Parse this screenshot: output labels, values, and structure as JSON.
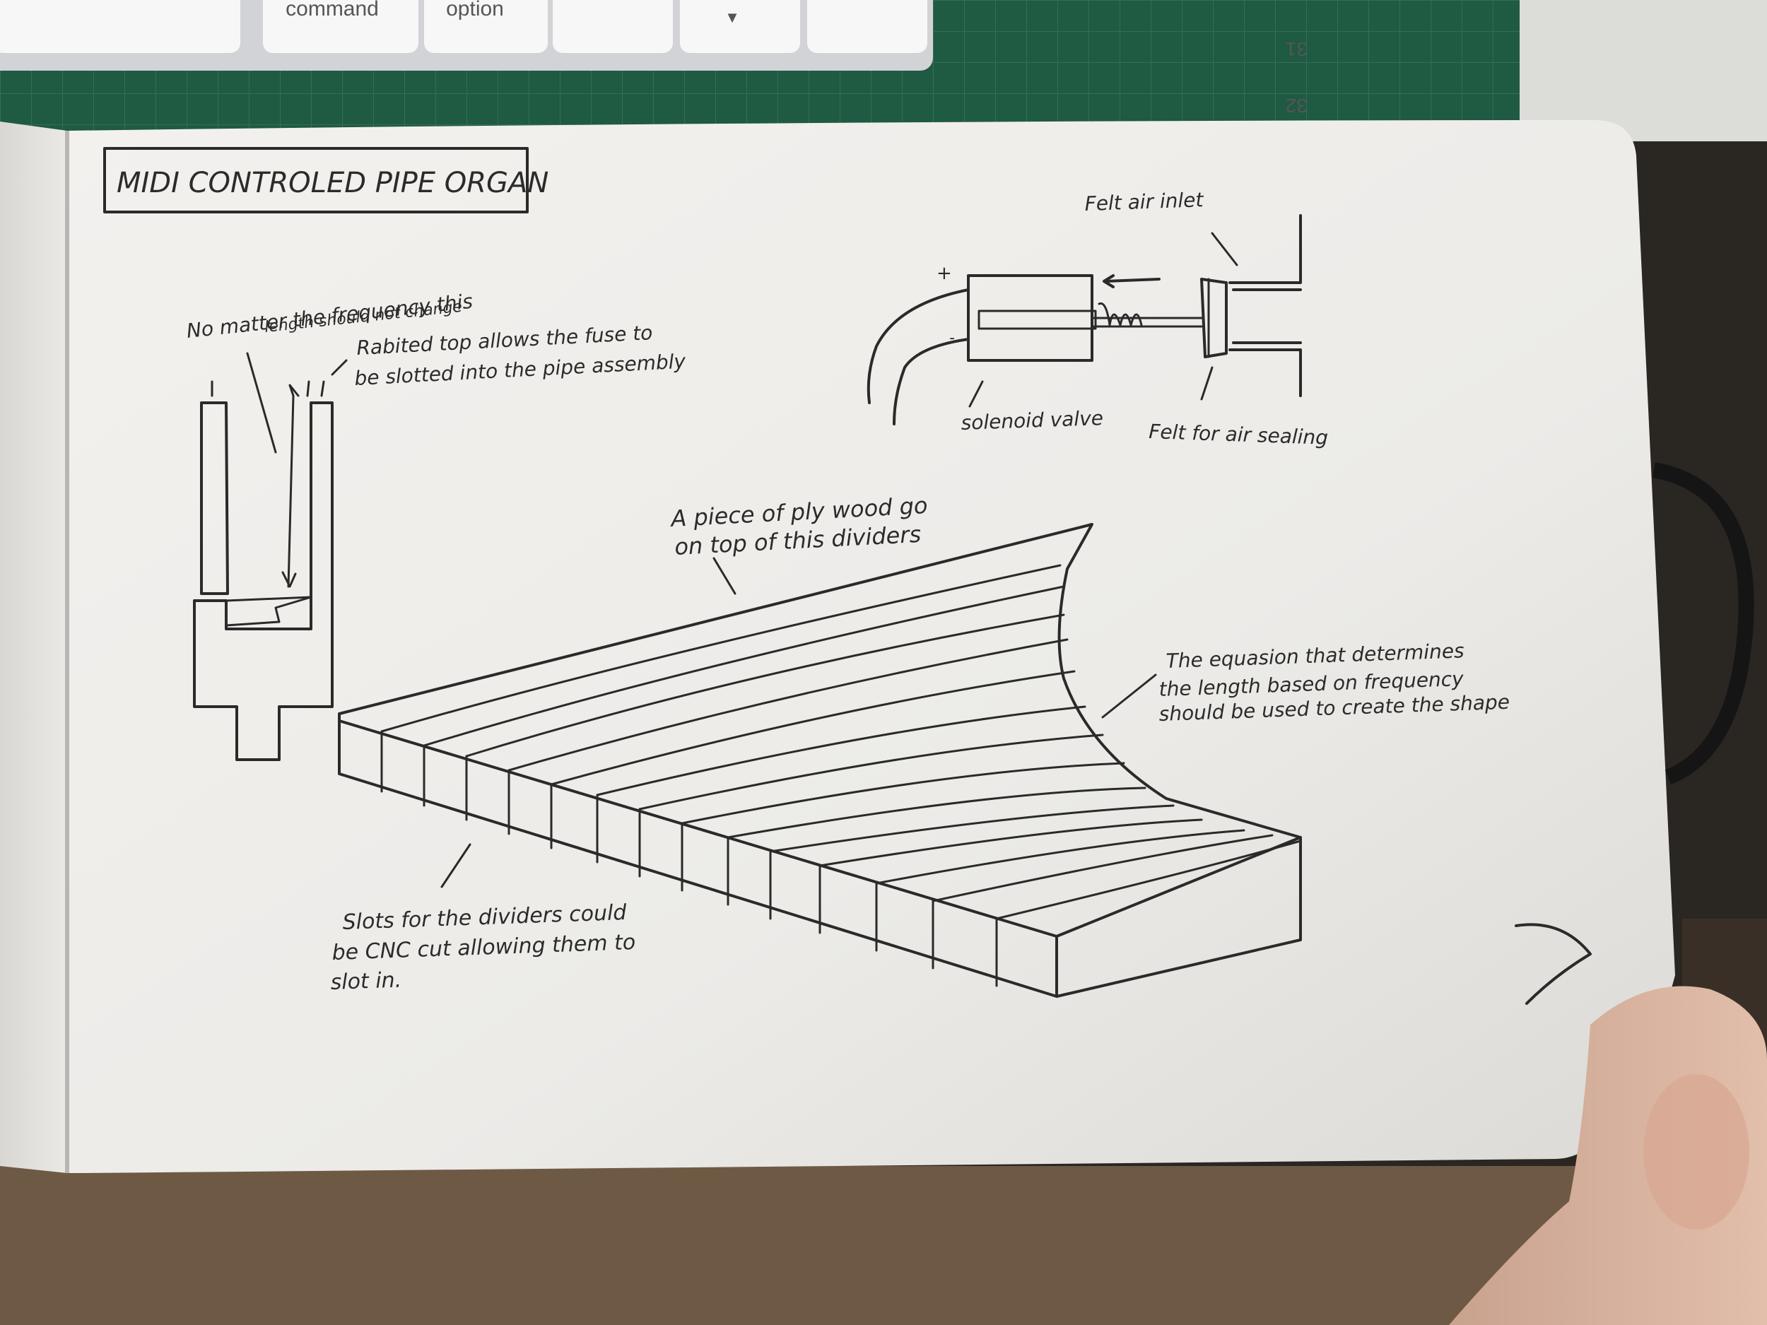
{
  "keyboard": {
    "keys": [
      {
        "name": "command-key",
        "label": "command"
      },
      {
        "name": "option-key",
        "label": "option"
      },
      {
        "name": "blank-key-1",
        "label": ""
      },
      {
        "name": "down-arrow-key",
        "label": "▼"
      },
      {
        "name": "blank-key-2",
        "label": ""
      }
    ]
  },
  "cutting_mat": {
    "markings": [
      "31",
      "32"
    ]
  },
  "sketch": {
    "title": "MIDI CONTROLED PIPE ORGAN",
    "notes": {
      "length_note_line1": "No matter the frequency this",
      "length_note_line2": "length should not change",
      "rabbit_note_line1": "Rabited top allows the fuse to",
      "rabbit_note_line2": "be slotted into the pipe assembly",
      "felt_inlet": "Felt air inlet",
      "solenoid": "solenoid valve",
      "felt_sealing": "Felt for air sealing",
      "plywood_line1": "A piece of ply wood go",
      "plywood_line2": "on top of this dividers",
      "equation_line1": "The equasion that determines",
      "equation_line2": "the length based on frequency",
      "equation_line3": "should be used to create the shape",
      "slots_line1": "Slots for the dividers could",
      "slots_line2": "be CNC cut allowing them to",
      "slots_line3": "slot in."
    },
    "symbols": {
      "plus": "+",
      "minus": "-"
    }
  }
}
